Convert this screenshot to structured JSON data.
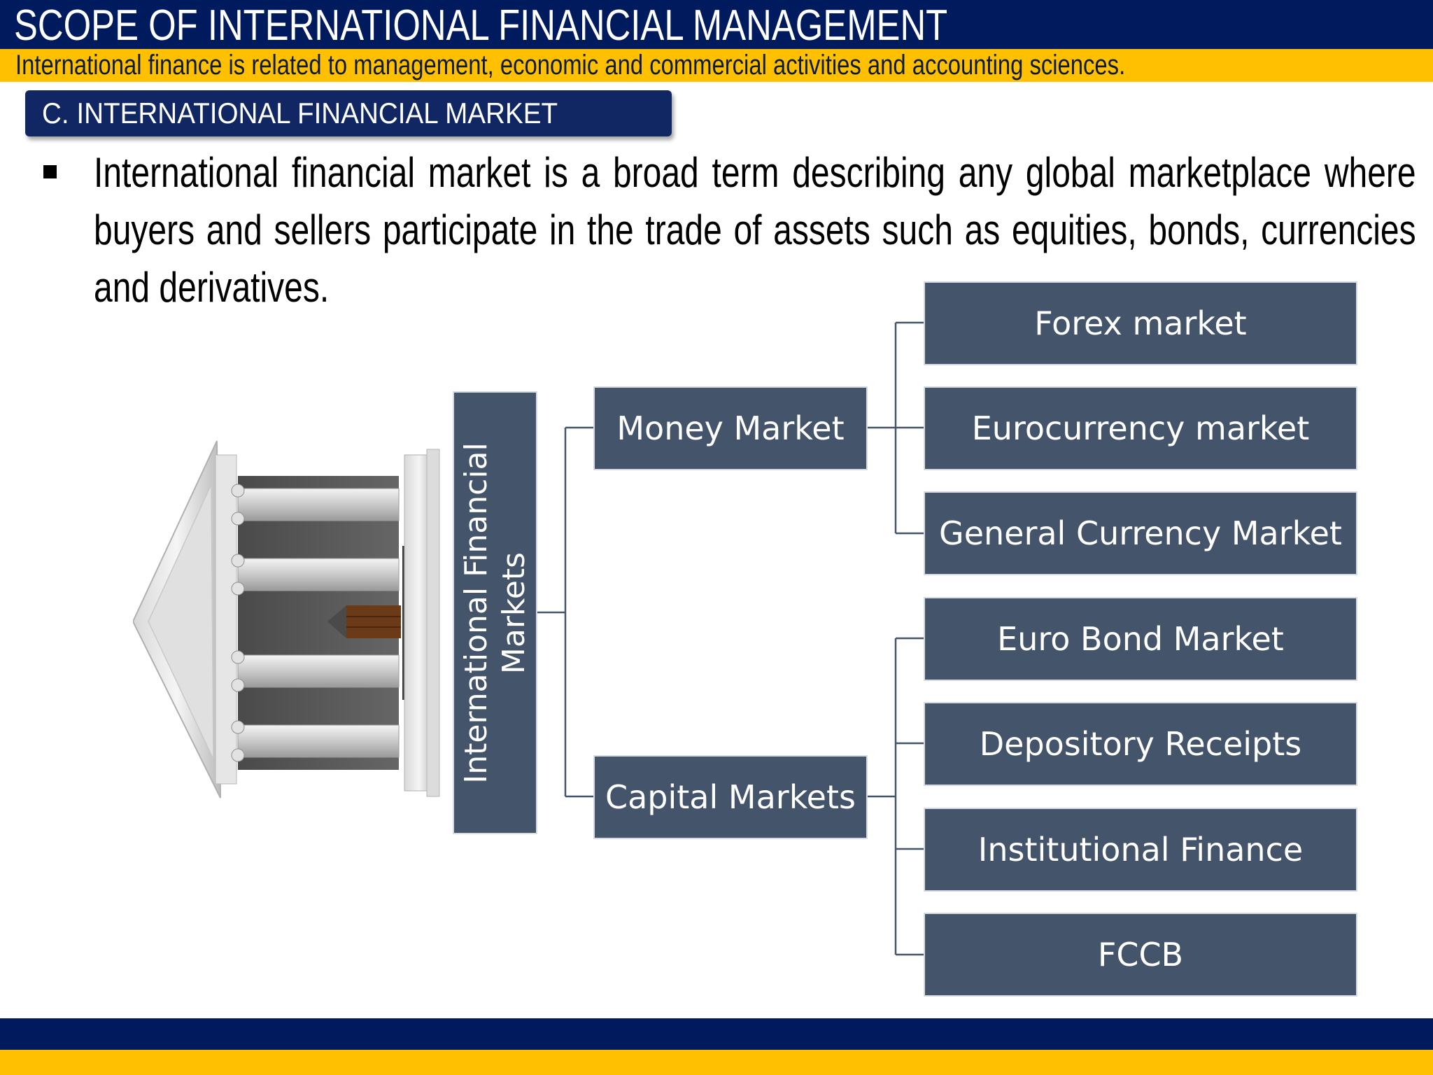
{
  "header": {
    "title": "SCOPE OF INTERNATIONAL FINANCIAL MANAGEMENT",
    "subtitle": "International finance is related to management, economic and commercial activities and accounting sciences."
  },
  "section": {
    "label": "C. INTERNATIONAL FINANCIAL MARKET"
  },
  "body": {
    "bullet_text": "International financial market is a broad term describing any global marketplace where buyers and sellers participate in the trade of assets such as equities, bonds, currencies and derivatives."
  },
  "diagram": {
    "icon": "bank-building-icon",
    "root": {
      "line1": "International Financial",
      "line2": "Markets"
    },
    "branches": [
      {
        "label": "Money Market",
        "children": [
          "Forex market",
          "Eurocurrency market",
          "General Currency Market"
        ]
      },
      {
        "label": "Capital Markets",
        "children": [
          "Euro Bond Market",
          "Depository Receipts",
          "Institutional Finance",
          "FCCB"
        ]
      }
    ]
  },
  "colors": {
    "navy": "#001a5e",
    "gold": "#fec000",
    "section_blue": "#112764",
    "node_fill": "#44546a",
    "connector": "#44546a"
  }
}
